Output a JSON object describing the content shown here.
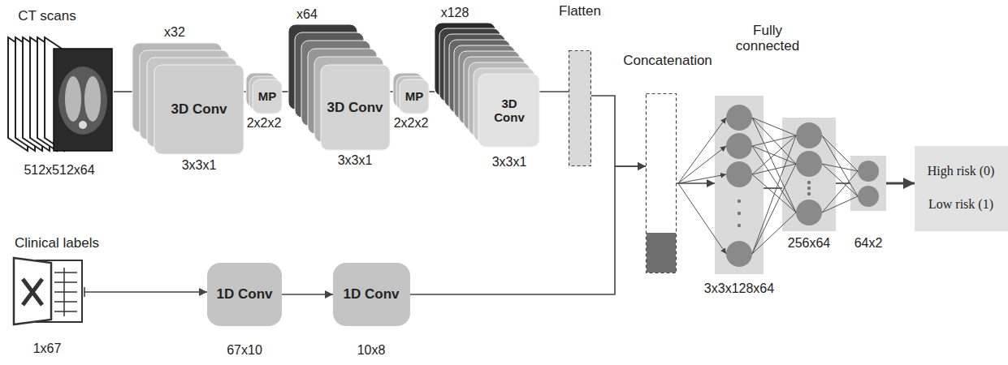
{
  "diagram": {
    "nodes": [
      {
        "text": [
          "CT scans",
          "512x512x64"
        ]
      },
      {
        "text": [
          "x32",
          "3D Conv",
          "3x3x1"
        ]
      },
      {
        "text": [
          "MP",
          "2x2x2"
        ]
      },
      {
        "text": [
          "x64",
          "3D Conv",
          "3x3x1"
        ]
      },
      {
        "text": [
          "MP",
          "2x2x2"
        ]
      },
      {
        "text": [
          "x128",
          "3D Conv",
          "3x3x1"
        ]
      },
      {
        "text": [
          "Flatten"
        ]
      },
      {
        "text": [
          "Concatenation"
        ]
      },
      {
        "text": [
          "3x3x128x64"
        ]
      },
      {
        "text": [
          "256x64"
        ]
      },
      {
        "text": [
          "64x2"
        ]
      },
      {
        "text": [
          "High risk (0)",
          "Low risk (1)"
        ]
      },
      {
        "text": [
          "Clinical labels",
          "1x67"
        ]
      },
      {
        "text": [
          "1D Conv",
          "67x10"
        ]
      },
      {
        "text": [
          "1D Conv",
          "10x8"
        ]
      }
    ],
    "edges": [
      {
        "from": 0,
        "to": 1,
        "arrow": "none"
      },
      {
        "from": 1,
        "to": 2,
        "arrow": "none"
      },
      {
        "from": 2,
        "to": 3,
        "arrow": "none"
      },
      {
        "from": 3,
        "to": 4,
        "arrow": "none"
      },
      {
        "from": 4,
        "to": 5,
        "arrow": "none"
      },
      {
        "from": 5,
        "to": 6,
        "arrow": "none"
      },
      {
        "from": 6,
        "to": 7,
        "arrow": "to"
      },
      {
        "from": 12,
        "to": 13,
        "arrow": "to"
      },
      {
        "from": 13,
        "to": 14,
        "arrow": "to"
      },
      {
        "from": 14,
        "to": 7,
        "arrow": "to"
      },
      {
        "from": 7,
        "to": 8,
        "arrow": "to"
      },
      {
        "from": 8,
        "to": 9,
        "arrow": "none"
      },
      {
        "from": 9,
        "to": 10,
        "arrow": "none"
      },
      {
        "from": 10,
        "to": 11,
        "arrow": "to"
      }
    ],
    "labels": [
      "Fully connected"
    ]
  }
}
